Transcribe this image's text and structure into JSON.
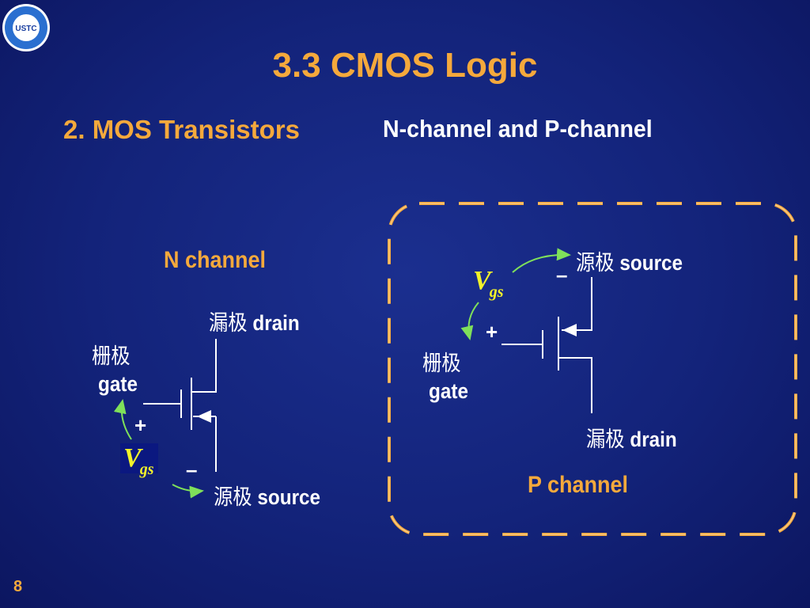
{
  "slide": {
    "title": "3.3   CMOS Logic",
    "subtitle_left": "2. MOS Transistors",
    "subtitle_right": "N-channel and P-channel",
    "page_number": "8",
    "logo_text": "USTC"
  },
  "n_channel": {
    "heading": "N channel",
    "drain_cn": "漏极",
    "drain_en": "drain",
    "gate_cn": "栅极",
    "gate_en": "gate",
    "source_cn": "源极",
    "source_en": "source",
    "plus": "+",
    "minus": "–",
    "vgs_main": "V",
    "vgs_sub": "gs"
  },
  "p_channel": {
    "heading": "P channel",
    "source_cn": "源极",
    "source_en": "source",
    "gate_cn": "栅极",
    "gate_en": "gate",
    "drain_cn": "漏极",
    "drain_en": "drain",
    "plus": "+",
    "minus": "–",
    "vgs_main": "V",
    "vgs_sub": "gs"
  },
  "colors": {
    "background": "#13237a",
    "accent_orange": "#f5a93c",
    "vgs_yellow": "#f2f22a",
    "arrow_green": "#7fe05a",
    "line_white": "#ffffff"
  }
}
